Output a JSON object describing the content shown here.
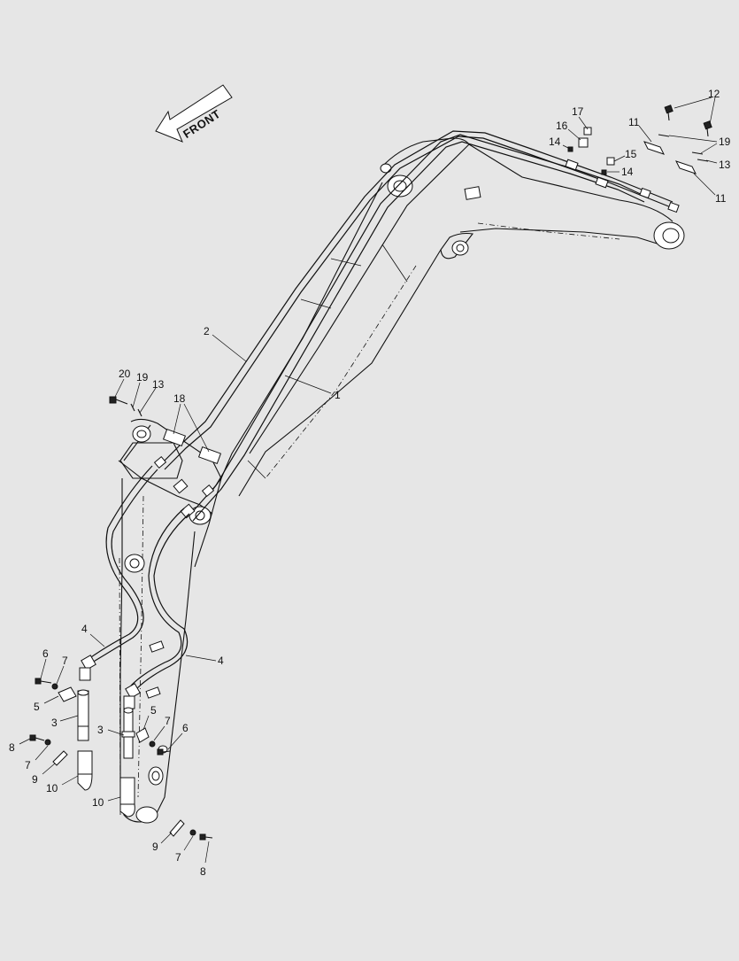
{
  "direction_label": "FRONT",
  "callouts": [
    {
      "id": "c1",
      "text": "1"
    },
    {
      "id": "c2",
      "text": "2"
    },
    {
      "id": "c3a",
      "text": "3"
    },
    {
      "id": "c3b",
      "text": "3"
    },
    {
      "id": "c4a",
      "text": "4"
    },
    {
      "id": "c4b",
      "text": "4"
    },
    {
      "id": "c5a",
      "text": "5"
    },
    {
      "id": "c5b",
      "text": "5"
    },
    {
      "id": "c6a",
      "text": "6"
    },
    {
      "id": "c6b",
      "text": "6"
    },
    {
      "id": "c7a",
      "text": "7"
    },
    {
      "id": "c7b",
      "text": "7"
    },
    {
      "id": "c7c",
      "text": "7"
    },
    {
      "id": "c7d",
      "text": "7"
    },
    {
      "id": "c8a",
      "text": "8"
    },
    {
      "id": "c8b",
      "text": "8"
    },
    {
      "id": "c9a",
      "text": "9"
    },
    {
      "id": "c9b",
      "text": "9"
    },
    {
      "id": "c10a",
      "text": "10"
    },
    {
      "id": "c10b",
      "text": "10"
    },
    {
      "id": "c11a",
      "text": "11"
    },
    {
      "id": "c11b",
      "text": "11"
    },
    {
      "id": "c12",
      "text": "12"
    },
    {
      "id": "c13a",
      "text": "13"
    },
    {
      "id": "c13b",
      "text": "13"
    },
    {
      "id": "c14a",
      "text": "14"
    },
    {
      "id": "c14b",
      "text": "14"
    },
    {
      "id": "c15",
      "text": "15"
    },
    {
      "id": "c16",
      "text": "16"
    },
    {
      "id": "c17",
      "text": "17"
    },
    {
      "id": "c18",
      "text": "18"
    },
    {
      "id": "c19a",
      "text": "19"
    },
    {
      "id": "c19b",
      "text": "19"
    },
    {
      "id": "c20",
      "text": "20"
    }
  ]
}
